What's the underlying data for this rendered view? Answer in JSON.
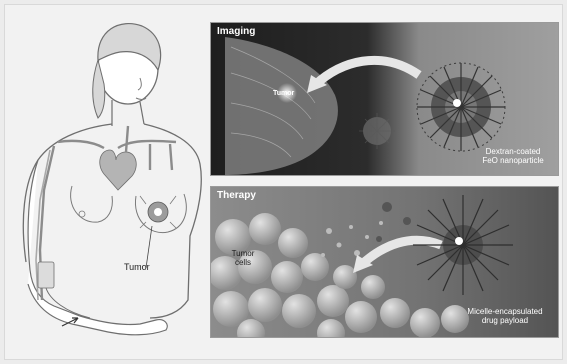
{
  "figure": {
    "imaging_panel": {
      "title": "Imaging",
      "tumor_label": "Tumor",
      "particle_label_line1": "Dextran-coated",
      "particle_label_line2": "FeO nanoparticle"
    },
    "therapy_panel": {
      "title": "Therapy",
      "cells_label_line1": "Tumor",
      "cells_label_line2": "cells",
      "micelle_label_line1": "Micelle-encapsulated",
      "micelle_label_line2": "drug payload"
    },
    "body_illustration": {
      "tumor_label": "Tumor"
    }
  }
}
